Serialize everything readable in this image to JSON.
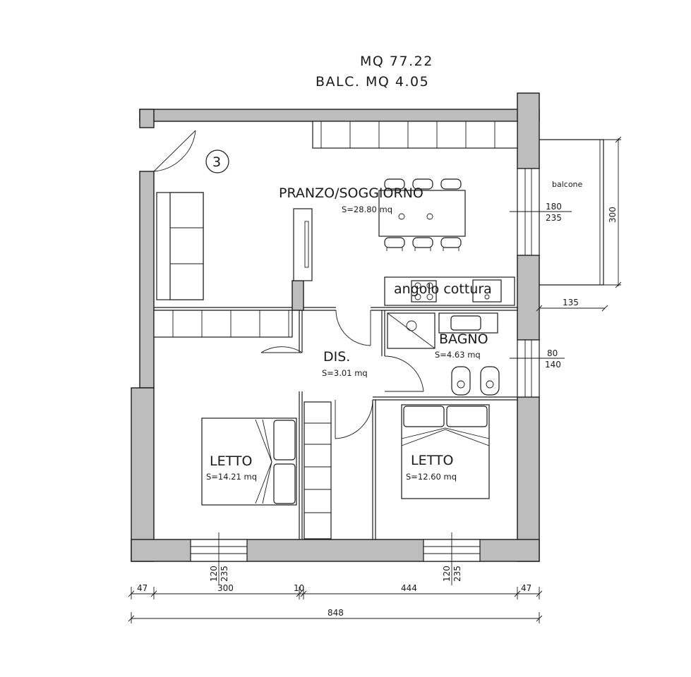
{
  "header": {
    "area_total": "MQ 77.22",
    "area_balcony": "BALC. MQ 4.05"
  },
  "unit_marker": "3",
  "rooms": {
    "living": {
      "name": "PRANZO/SOGGIORNO",
      "area": "S=28.80 mq"
    },
    "kitchen": {
      "name": "angolo cottura"
    },
    "hall": {
      "name": "DIS.",
      "area": "S=3.01 mq"
    },
    "bath": {
      "name": "BAGNO",
      "area": "S=4.63 mq"
    },
    "bed1": {
      "name": "LETTO",
      "area": "S=14.21 mq"
    },
    "bed2": {
      "name": "LETTO",
      "area": "S=12.60 mq"
    },
    "balcony": {
      "name": "balcone"
    }
  },
  "openings": {
    "balcony_door": {
      "w": "180",
      "h": "235"
    },
    "bath_window": {
      "w": "80",
      "h": "140"
    },
    "bed1_window": {
      "w": "120",
      "h": "235"
    },
    "bed2_window": {
      "w": "120",
      "h": "235"
    }
  },
  "dimensions": {
    "balcony_depth": "135",
    "balcony_width": "300",
    "seg_left_wall": "47",
    "seg_bed1": "300",
    "seg_partition": "10",
    "seg_bed2": "444",
    "seg_right_wall": "47",
    "total_width": "848"
  }
}
